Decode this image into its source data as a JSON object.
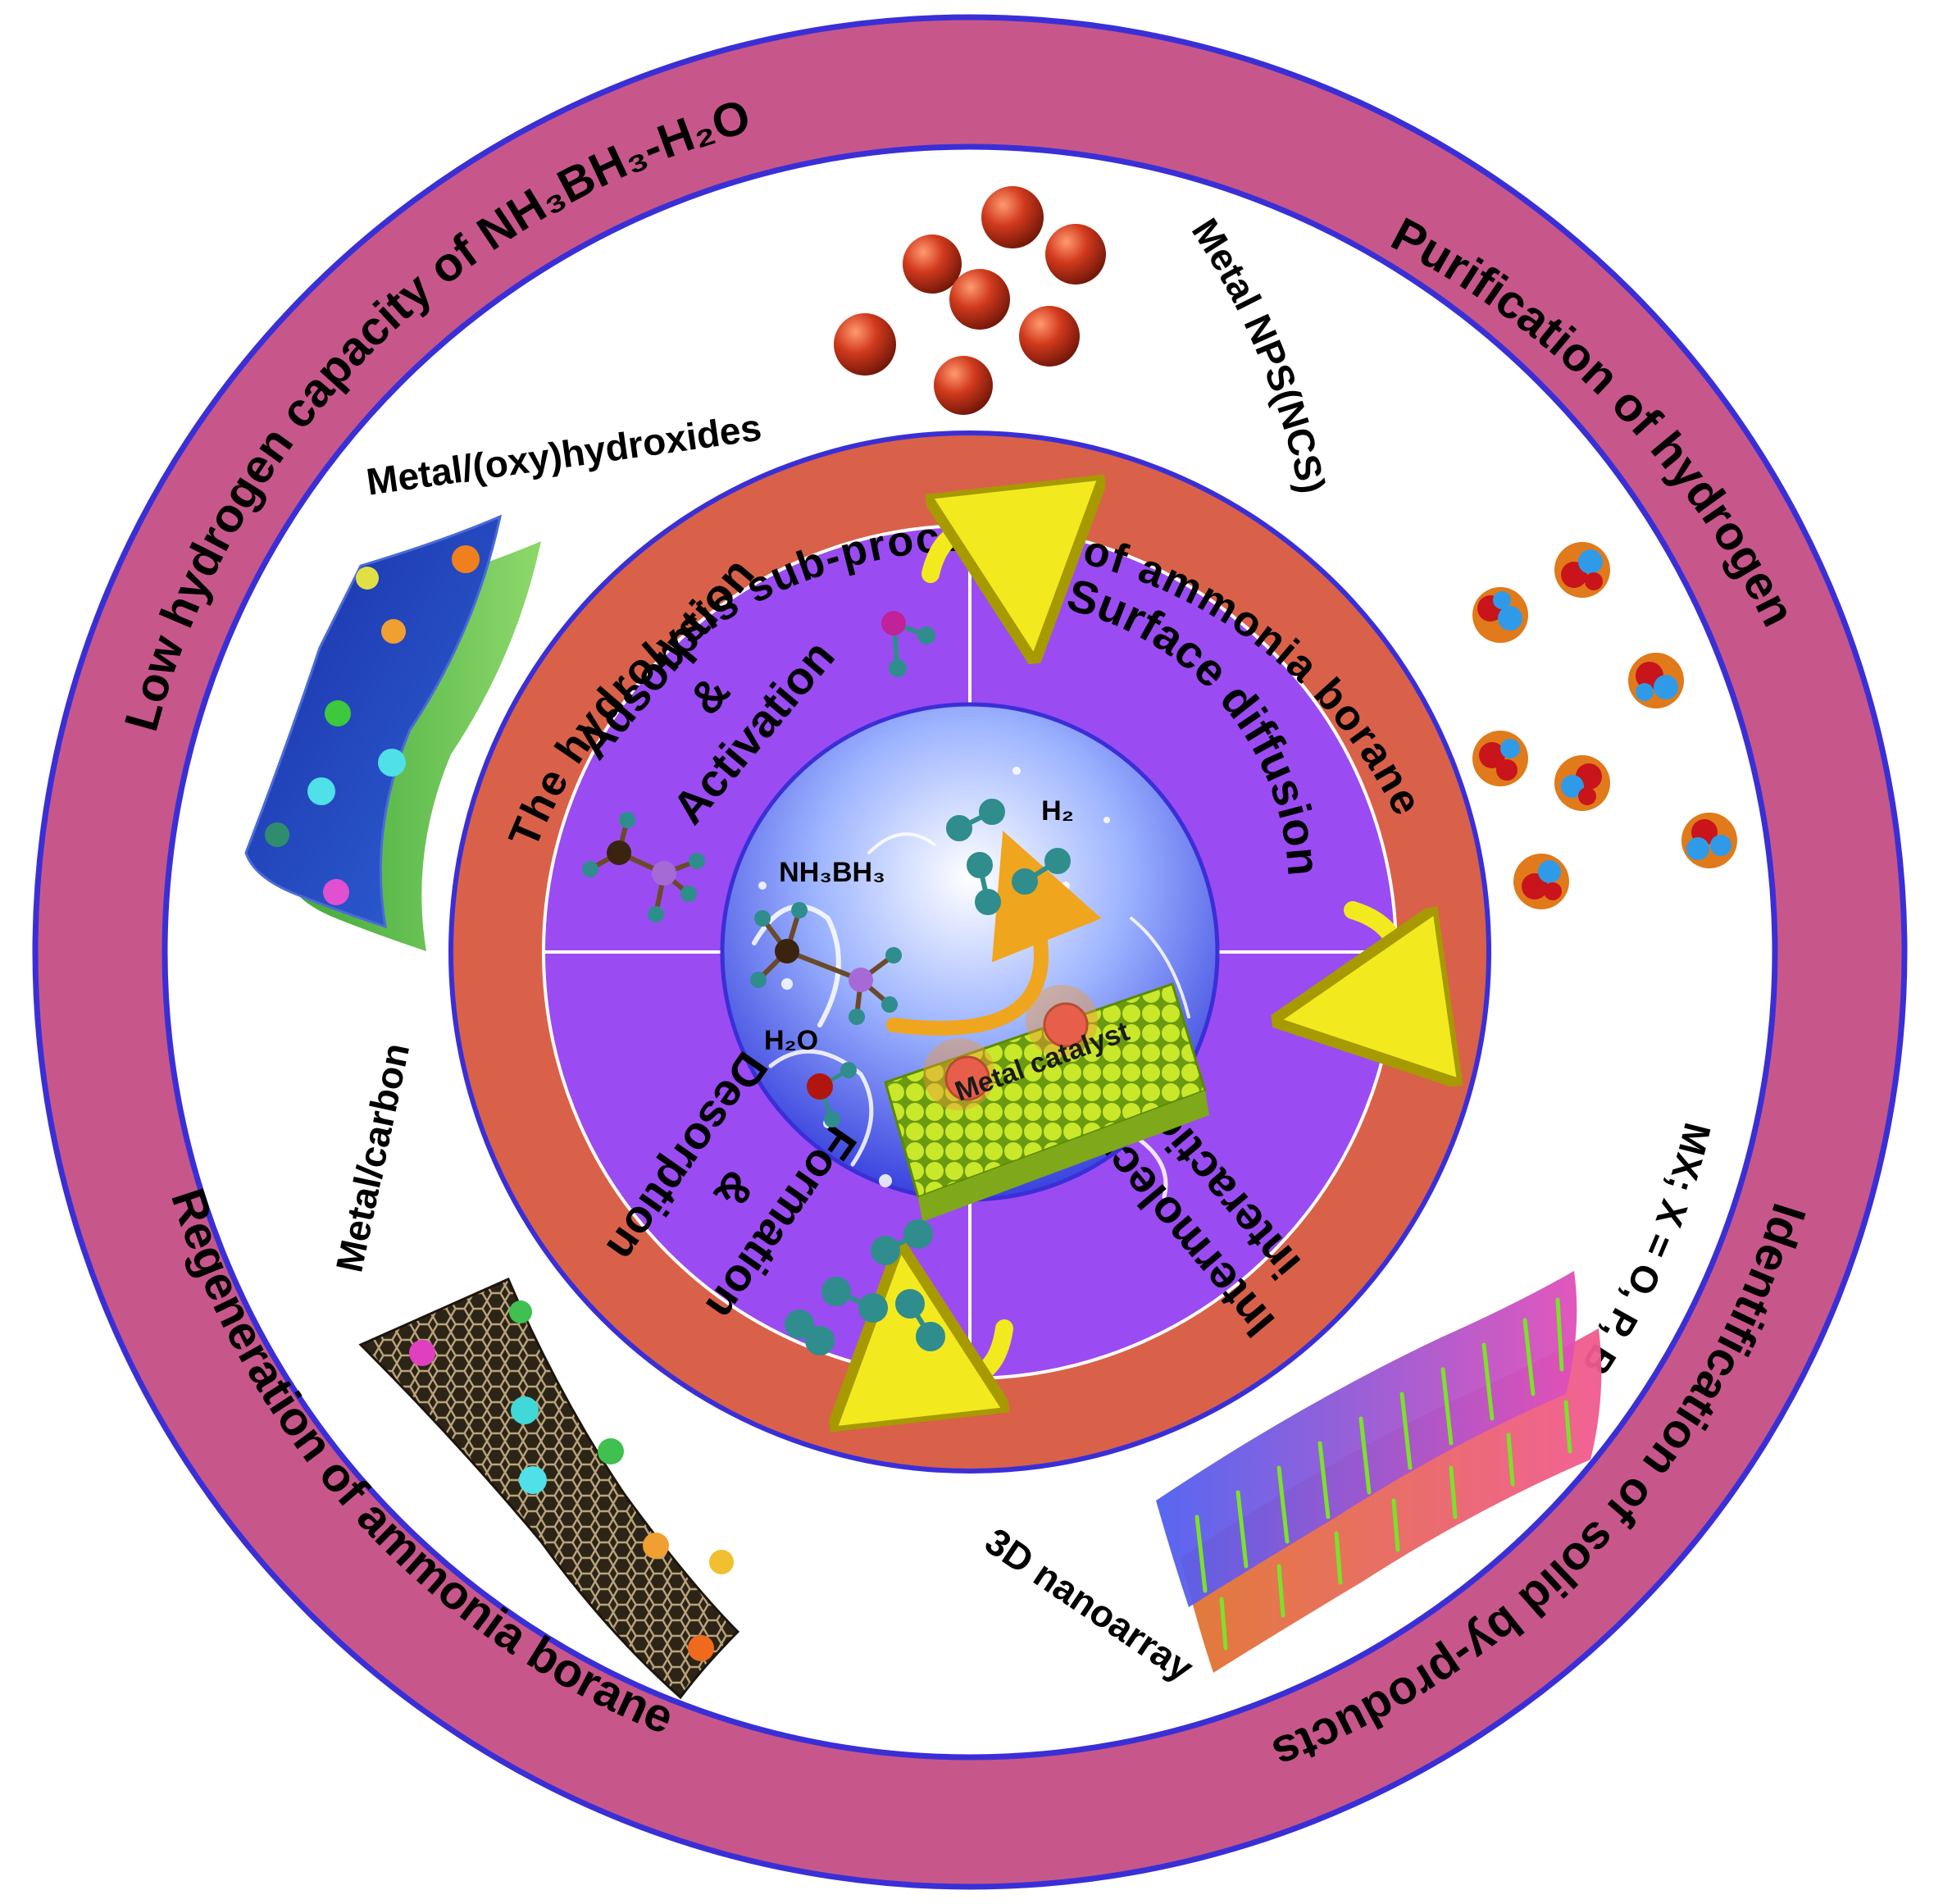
{
  "outer_ring": {
    "top_left": "Low hydrogen capacity of NH₃BH₃-H₂O",
    "top_right": "Purification of hydrogen",
    "bottom_right": "Identification of solid by-products",
    "bottom_left": "Regeneration of ammonia borane"
  },
  "middle_ring": {
    "title": "The hydrolysis sub-processes of ammonia borane"
  },
  "quadrants": {
    "top_left_line1": "Adsorption",
    "top_left_line2": "&",
    "top_left_line3": "Activation",
    "top_right": "Surface diffusion",
    "bottom_right_line1": "Intermolecular",
    "bottom_right_line2": "interactions",
    "bottom_left_line1": "Formation",
    "bottom_left_line2": "&",
    "bottom_left_line3": "Desorption"
  },
  "center": {
    "reactant": "NH₃BH₃",
    "water": "H₂O",
    "product": "H₂",
    "catalyst": "Metal catalyst"
  },
  "materials": {
    "oxyhydroxides": "Metal/(oxy)hydroxides",
    "nps": "Metal NPS(NCS)",
    "mx": "MX; X = O, P, B",
    "nanoarray": "3D nanoarray",
    "carbon": "Metal/carbon"
  },
  "colors": {
    "outer_ring": "#c7578a",
    "ring_border": "#3a2fd6",
    "middle_ring": "#d9614a",
    "quadrant": "#9a4cf2",
    "arrow": "#f2ea1e",
    "nanoparticle": "#c0331c"
  }
}
